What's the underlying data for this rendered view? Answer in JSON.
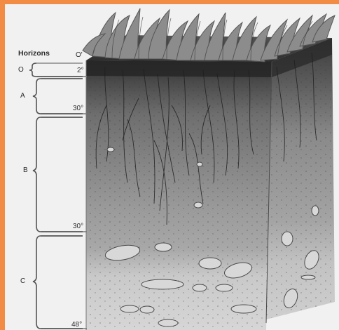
{
  "diagram": {
    "title": "Horizons",
    "horizons": [
      {
        "name": "O",
        "top_depth": "O'",
        "bottom_depth": "2°"
      },
      {
        "name": "A",
        "bottom_depth": "30°"
      },
      {
        "name": "B",
        "bottom_depth": "30°"
      },
      {
        "name": "C",
        "bottom_depth": "48°"
      }
    ],
    "colors": {
      "frame": "#f28c45",
      "background": "#f1f1f1",
      "grass": "#6d6d6d",
      "soil_dark": "#3c3c3c",
      "soil_light": "#b8b8b8",
      "bracket": "#555555"
    }
  }
}
